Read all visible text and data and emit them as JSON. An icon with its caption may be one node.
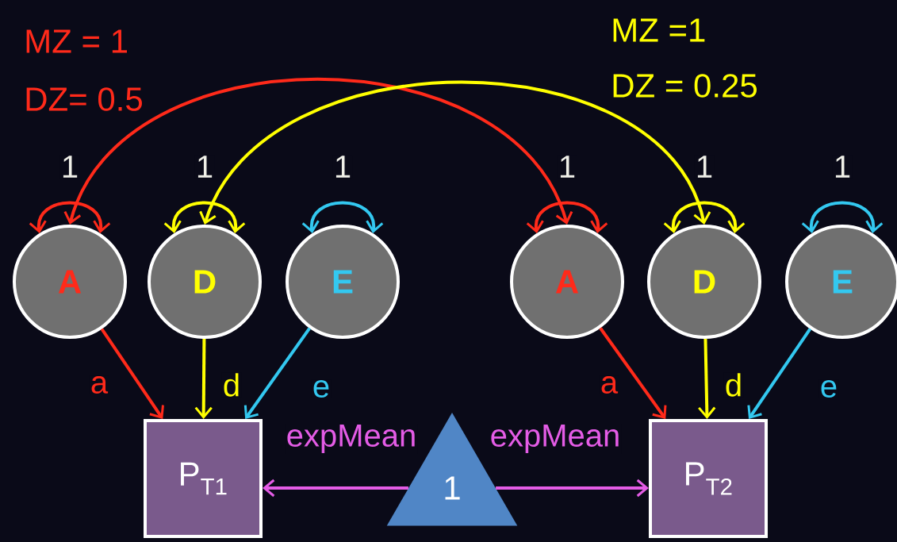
{
  "diagram": {
    "nodes": [
      {
        "text": [
          "A"
        ]
      },
      {
        "text": [
          "D"
        ]
      },
      {
        "text": [
          "E"
        ]
      },
      {
        "text": [
          "A"
        ]
      },
      {
        "text": [
          "D"
        ]
      },
      {
        "text": [
          "E"
        ]
      },
      {
        "text": [
          "P$_{T1}$"
        ]
      },
      {
        "text": [
          "P$_{T2}$"
        ]
      },
      {
        "text": [
          "1"
        ]
      }
    ],
    "edges": [
      {
        "from": 0,
        "to": 0,
        "arrow": "both",
        "label": "1",
        "color": "#ff2a1a"
      },
      {
        "from": 1,
        "to": 1,
        "arrow": "both",
        "label": "1",
        "color": "#ffff00"
      },
      {
        "from": 2,
        "to": 2,
        "arrow": "both",
        "label": "1",
        "color": "#33c8f0"
      },
      {
        "from": 3,
        "to": 3,
        "arrow": "both",
        "label": "1",
        "color": "#ff2a1a"
      },
      {
        "from": 4,
        "to": 4,
        "arrow": "both",
        "label": "1",
        "color": "#ffff00"
      },
      {
        "from": 5,
        "to": 5,
        "arrow": "both",
        "label": "1",
        "color": "#33c8f0"
      },
      {
        "from": 0,
        "to": 3,
        "arrow": "both",
        "color": "#ff2a1a"
      },
      {
        "from": 1,
        "to": 4,
        "arrow": "both",
        "color": "#ffff00"
      },
      {
        "from": 0,
        "to": 6,
        "arrow": "to",
        "label": "a",
        "color": "#ff2a1a"
      },
      {
        "from": 1,
        "to": 6,
        "arrow": "to",
        "label": "d",
        "color": "#ffff00"
      },
      {
        "from": 2,
        "to": 6,
        "arrow": "to",
        "label": "e",
        "color": "#33c8f0"
      },
      {
        "from": 3,
        "to": 7,
        "arrow": "to",
        "label": "a",
        "color": "#ff2a1a"
      },
      {
        "from": 4,
        "to": 7,
        "arrow": "to",
        "label": "d",
        "color": "#ffff00"
      },
      {
        "from": 5,
        "to": 7,
        "arrow": "to",
        "label": "e",
        "color": "#33c8f0"
      },
      {
        "from": 8,
        "to": 6,
        "arrow": "to",
        "label": "expMean",
        "color": "#e45ce6"
      },
      {
        "from": 8,
        "to": 7,
        "arrow": "to",
        "label": "expMean",
        "color": "#e45ce6"
      }
    ],
    "labels": [
      "MZ = 1",
      "DZ= 0.5",
      "MZ =1",
      "DZ = 0.25"
    ]
  }
}
